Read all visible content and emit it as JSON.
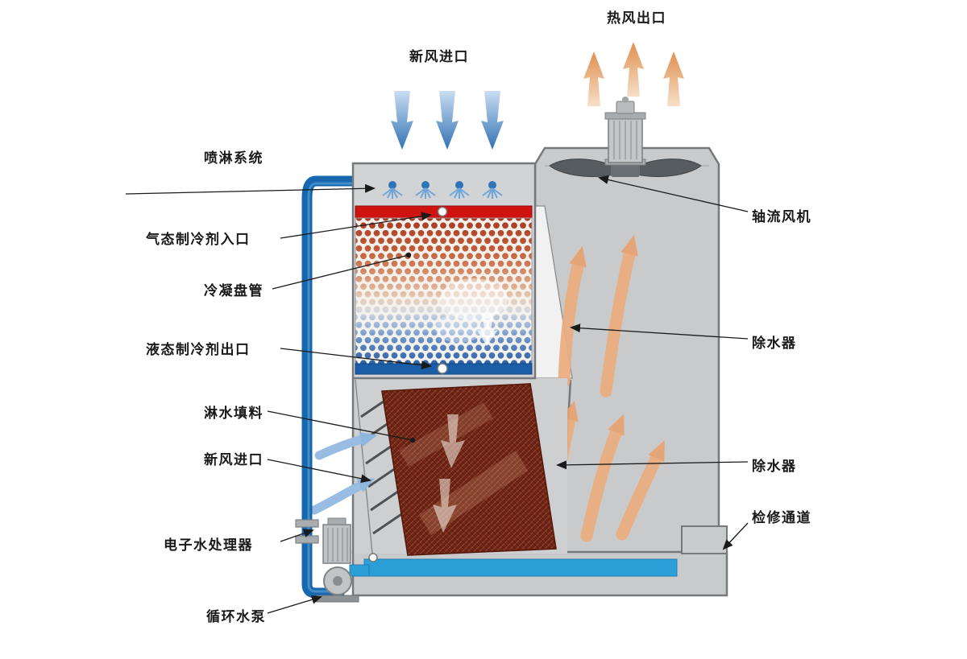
{
  "diagram": {
    "type": "closed-circuit-cooling-tower-schematic",
    "labels": {
      "hot_air_outlet": "热风出口",
      "fresh_air_inlet_top": "新风进口",
      "spray_system": "喷淋系统",
      "gas_refrigerant_inlet": "气态制冷剂入口",
      "condensing_coil": "冷凝盘管",
      "liquid_refrigerant_outlet": "液态制冷剂出口",
      "fill_media": "淋水填料",
      "fresh_air_inlet_side": "新风进口",
      "electronic_water_treater": "电子水处理器",
      "circulating_pump": "循环水泵",
      "axial_fan": "轴流风机",
      "drift_eliminator_upper": "除水器",
      "drift_eliminator_lower": "除水器",
      "service_access": "检修通道"
    },
    "colors": {
      "hot_air_arrow": "#E8A271",
      "fresh_air_arrow": "#3272B4",
      "pipe": "#1767AE",
      "basin_water": "#2B9FD8",
      "refrigerant_inlet_header": "#CF1310",
      "refrigerant_outlet_header": "#1B5EA8",
      "body_gray": "#C9CACB",
      "fill_media_red": "#6F2416",
      "outline_gray": "#76797C",
      "label_text": "#1A1A1A"
    }
  }
}
